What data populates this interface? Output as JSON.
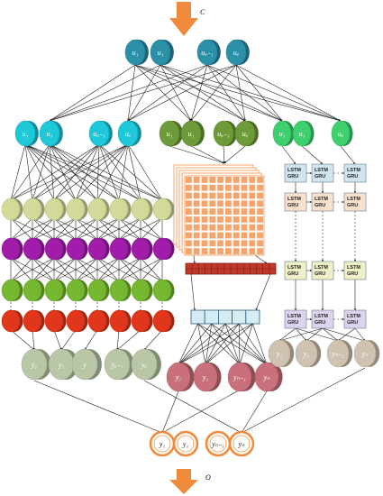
{
  "input": {
    "label": "C",
    "color": "#f08a3c"
  },
  "output": {
    "label": "O",
    "color": "#f08a3c"
  },
  "top_layer": {
    "labels": [
      "u₁",
      "u₁",
      "uᵩ₋₁",
      "uᵩ"
    ],
    "color": "#2b8fa8"
  },
  "branch_inputs": {
    "cyan": {
      "labels": [
        "u₁",
        "u₁",
        "uᵩ₋₁",
        "uᵩ"
      ],
      "color": "#1ec8d8"
    },
    "olive": {
      "labels": [
        "u₁",
        "u₁",
        "uᵩ₋₁",
        "uᵩ"
      ],
      "color": "#6e9a3a"
    },
    "green": {
      "labels": [
        "u₁",
        "u₁",
        "uᵩ"
      ],
      "color": "#3fcf6e"
    }
  },
  "dense_layers": {
    "colors": [
      "#d4d99a",
      "#a11ca8",
      "#76b832",
      "#e0361a"
    ]
  },
  "dense_outputs": {
    "labels": [
      "y₁",
      "y₁",
      "y",
      "yᵩ₋₁",
      "yᵩ"
    ],
    "color": "#b9c7a6"
  },
  "cnn": {
    "grid_color": "#f5a56b",
    "feature_color": "#c0392b",
    "vector_color": "#d6ecf3"
  },
  "cnn_outputs": {
    "labels": [
      "y₁",
      "y₁",
      "yₙ₋₁",
      "yₙ"
    ],
    "color": "#c9707a"
  },
  "rnn": {
    "cell_label": "LSTM\nGRU",
    "row_colors": [
      "#cfe6f1",
      "#fbe0cc",
      "#eff0c8",
      "#dcd3ee"
    ]
  },
  "rnn_outputs": {
    "labels": [
      "y₁",
      "y₁",
      "yₙ₋₁",
      "yₙ"
    ],
    "color": "#cfc2b1"
  },
  "final_outputs": {
    "labels": [
      "y₁",
      "y₁",
      "yₙ₋₁",
      "yₙ"
    ],
    "color": "#f08a3c"
  }
}
